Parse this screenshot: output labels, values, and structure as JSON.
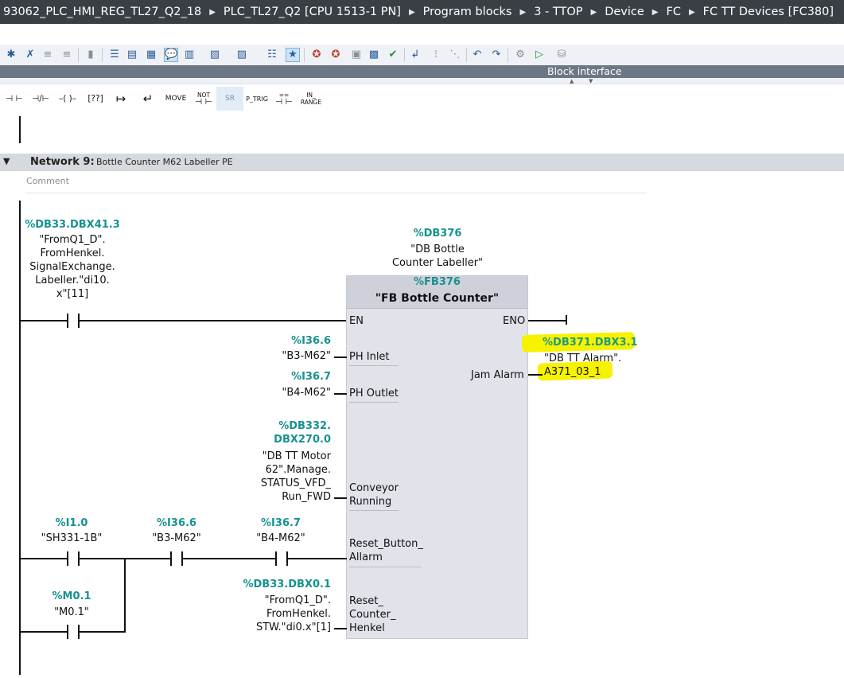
{
  "breadcrumb": [
    "93062_PLC_HMI_REG_TL27_Q2_18",
    "PLC_TL27_Q2 [CPU 1513-1 PN]",
    "Program blocks",
    "3 - TTOP",
    "Device",
    "FC",
    "FC TT Devices [FC380]"
  ],
  "block_interface_label": "Block interface",
  "palette": {
    "no_contact": "⊣ ⊢",
    "nc_contact": "⊣/⊢",
    "coil": "–( )–",
    "empty_box": "[??]",
    "open_branch": "↦",
    "close_branch": "↵",
    "move": "MOVE",
    "not_top": "NOT",
    "sr": "SR",
    "p_trig": "P_TRIG",
    "eq_top": "==",
    "in_range_top": "IN_",
    "in_range_bottom": "RANGE"
  },
  "network": {
    "title": "Network 9:",
    "description": "Bottle Counter M62 Labeller  PE",
    "comment_placeholder": "Comment"
  },
  "rung": {
    "en_contact": {
      "address": "%DB33.DBX41.3",
      "symbol_lines": [
        "\"FromQ1_D\".",
        "FromHenkel.",
        "SignalExchange.",
        "Labeller.\"di10.",
        "x\"[11]"
      ]
    },
    "instance": {
      "address": "%DB376",
      "symbol_lines": [
        "\"DB Bottle",
        "Counter Labeller\""
      ]
    },
    "fb": {
      "address": "%FB376",
      "name": "\"FB Bottle Counter\"",
      "en": "EN",
      "eno": "ENO"
    },
    "inputs": [
      {
        "address": "%I36.6",
        "symbol": "\"B3-M62\"",
        "pin": "PH Inlet"
      },
      {
        "address": "%I36.7",
        "symbol": "\"B4-M62\"",
        "pin": "PH Outlet"
      },
      {
        "address_lines": [
          "%DB332.",
          "DBX270.0"
        ],
        "symbol_lines": [
          "\"DB TT Motor",
          "62\".Manage.",
          "STATUS_VFD_",
          "Run_FWD"
        ],
        "pin_lines": [
          "Conveyor",
          "Running"
        ]
      },
      {
        "pin_lines": [
          "Reset_Button_",
          "Allarm"
        ]
      },
      {
        "address": "%DB33.DBX0.1",
        "symbol_lines": [
          "\"FromQ1_D\".",
          "FromHenkel.",
          "STW.\"di0.x\"[1]"
        ],
        "pin_lines": [
          "Reset_",
          "Counter_",
          "Henkel"
        ]
      }
    ],
    "output": {
      "pin": "Jam Alarm",
      "address": "%DB371.DBX3.1",
      "symbol_lines": [
        "\"DB TT Alarm\".",
        "A371_03_1"
      ]
    },
    "reset_contacts": [
      {
        "address": "%I1.0",
        "symbol": "\"SH331-1B\""
      },
      {
        "address": "%I36.6",
        "symbol": "\"B3-M62\""
      },
      {
        "address": "%I36.7",
        "symbol": "\"B4-M62\""
      },
      {
        "address": "%M0.1",
        "symbol": "\"M0.1\""
      }
    ]
  }
}
